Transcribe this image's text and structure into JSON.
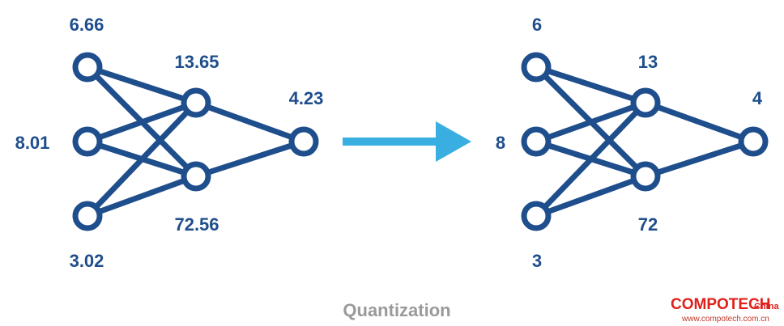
{
  "left_network": {
    "inputs": [
      "6.66",
      "8.01",
      "3.02"
    ],
    "hidden": [
      "13.65",
      "72.56"
    ],
    "output": "4.23"
  },
  "right_network": {
    "inputs": [
      "6",
      "8",
      "3"
    ],
    "hidden": [
      "13",
      "72"
    ],
    "output": "4"
  },
  "caption": "Quantization",
  "watermark": {
    "brand": "COMPOTECH",
    "region": "China",
    "url": "www.compotech.com.cn"
  },
  "colors": {
    "network": "#1f4e8c",
    "arrow": "#39aee0",
    "caption": "#9a9a9a",
    "watermark": "#e0201b"
  }
}
